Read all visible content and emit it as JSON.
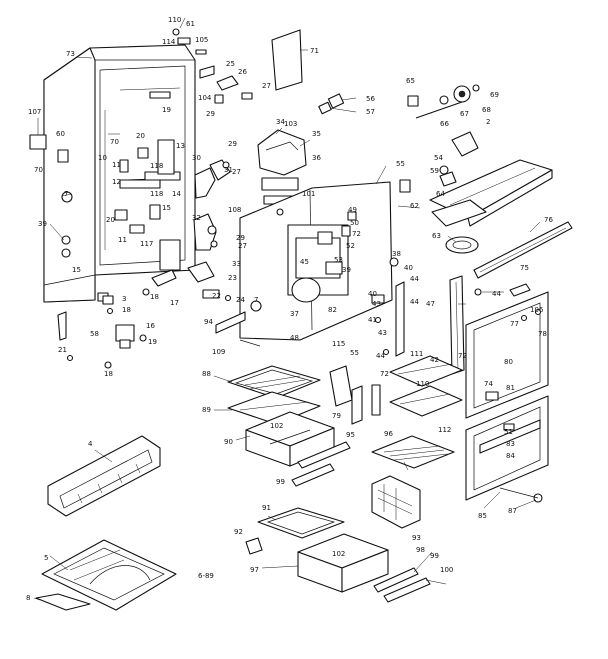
{
  "callouts": {
    "c110a": "110",
    "c114": "114",
    "c61": "61",
    "c105": "105",
    "c73": "73",
    "c71": "71",
    "c25": "25",
    "c26": "26",
    "c27a": "27",
    "c104": "104",
    "c29a": "29",
    "c107": "107",
    "c70a": "70",
    "c70b": "70",
    "c60": "60",
    "c19a": "19",
    "c10": "10",
    "c20a": "20",
    "c13": "13",
    "c12": "12",
    "c11a": "11",
    "c118a": "118",
    "c118b": "118",
    "c14": "14",
    "c15a": "15",
    "c7a": "7",
    "c20b": "20",
    "c11b": "11",
    "c117": "117",
    "c39a": "39",
    "c15b": "15",
    "c103": "103",
    "c34": "34",
    "c35": "35",
    "c36": "36",
    "c56": "56",
    "c57": "57",
    "c29b": "29",
    "c30": "30",
    "c31": "31",
    "c27b": "27",
    "c108": "108",
    "c32": "32",
    "c29c": "29",
    "c33": "33",
    "c27c": "27",
    "c22": "22",
    "c23": "23",
    "c24": "24",
    "c17": "17",
    "c18a": "18",
    "c3": "3",
    "c18b": "18",
    "c16": "16",
    "c58": "58",
    "c21": "21",
    "c19b": "19",
    "c18c": "18",
    "c55a": "55",
    "c101": "101",
    "c49": "49",
    "c50": "50",
    "c72a": "72",
    "c52": "52",
    "c45": "45",
    "c53": "53",
    "c39b": "39",
    "c40a": "40",
    "c43a": "43",
    "c7b": "7",
    "c37": "37",
    "c82a": "82",
    "c48": "48",
    "c94": "94",
    "c109": "109",
    "c44a": "44",
    "c41": "41",
    "c43b": "43",
    "c38": "38",
    "c40b": "40",
    "c44b": "44",
    "c65": "65",
    "c67": "67",
    "c68": "68",
    "c69": "69",
    "c66": "66",
    "c2": "2",
    "c54": "54",
    "c59": "59",
    "c64": "64",
    "c62": "62",
    "c63": "63",
    "c76": "76",
    "c75": "75",
    "c44c": "44",
    "c47": "47",
    "c106": "106",
    "c77": "77",
    "c78": "78",
    "c80": "80",
    "c72b": "72",
    "c111": "111",
    "c110b": "110",
    "c74": "74",
    "c81": "81",
    "c51": "51",
    "c83": "83",
    "c84": "84",
    "c85": "85",
    "c87": "87",
    "c88": "88",
    "c89": "89",
    "c102a": "102",
    "c90": "90",
    "c95": "95",
    "c99a": "99",
    "c115": "115",
    "c55b": "55",
    "c79": "79",
    "c72c": "72",
    "c112": "112",
    "c96": "96",
    "c93": "93",
    "c4": "4",
    "c5": "5",
    "c8": "8",
    "c91": "91",
    "c92": "92",
    "c102b": "102",
    "c97": "97",
    "c98": "98",
    "c99b": "99",
    "c100": "100",
    "c44d": "44",
    "c42": "42"
  },
  "figure_code": "6-89"
}
